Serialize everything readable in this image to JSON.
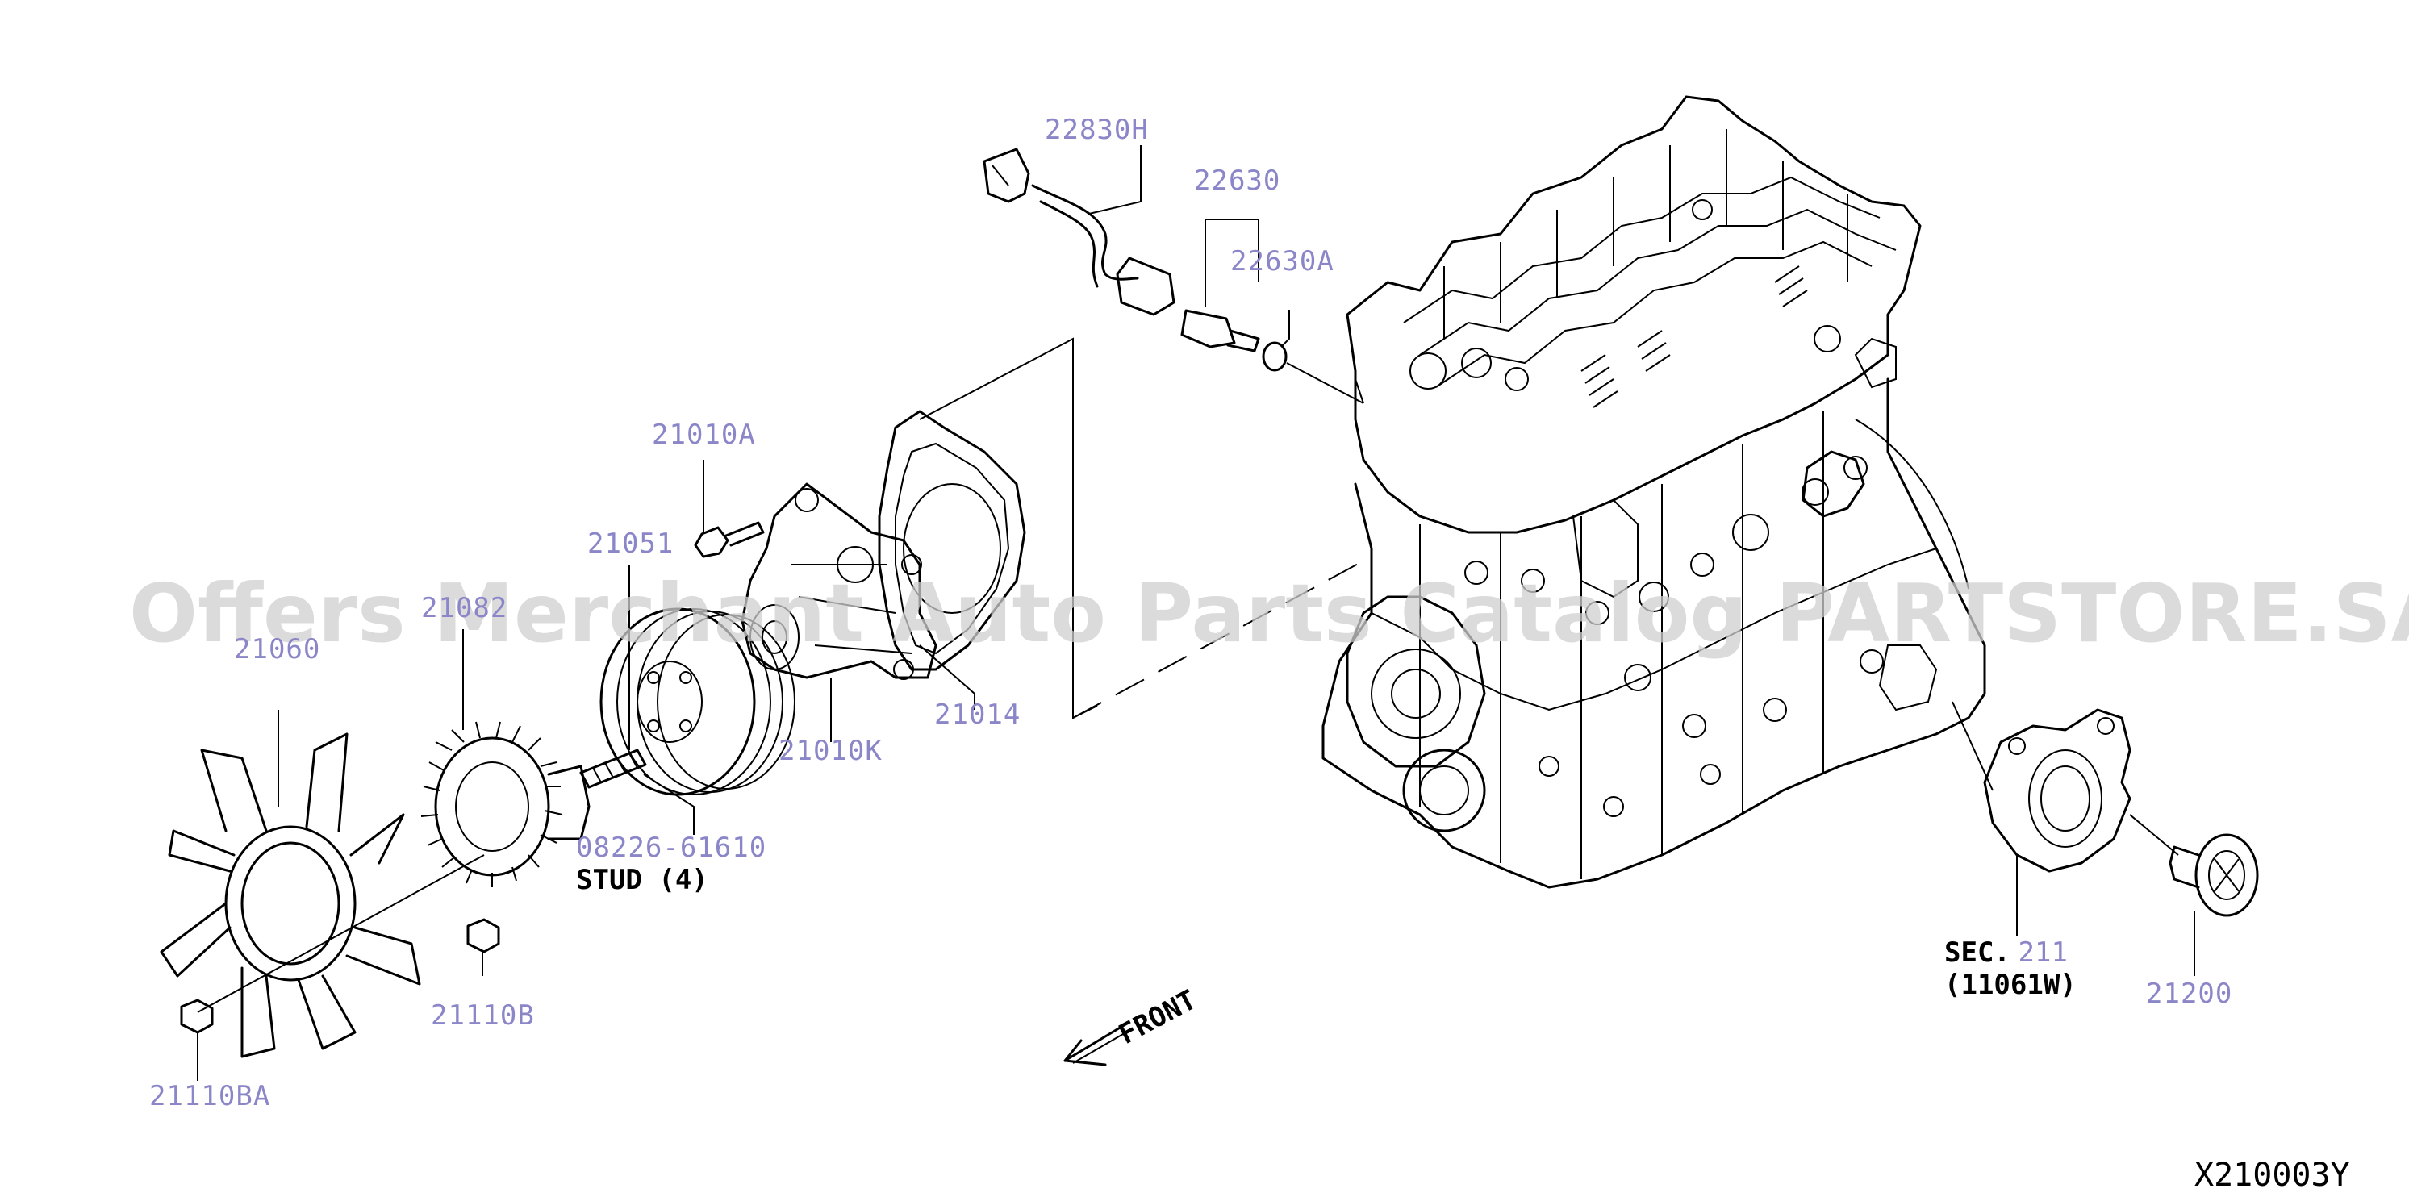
{
  "watermark": "Offers Merchant Auto Parts Catalog PARTSTORE.SA",
  "diagram_code": "X210003Y",
  "front_label": "FRONT",
  "parts": {
    "p22830H": "22830H",
    "p22630": "22630",
    "p22630A": "22630A",
    "p21010A": "21010A",
    "p21051": "21051",
    "p21082": "21082",
    "p21060": "21060",
    "p21014": "21014",
    "p21010K": "21010K",
    "p08226": "08226-61610",
    "p21110B": "21110B",
    "p21110BA": "21110BA",
    "p21200": "21200"
  },
  "notes": {
    "stud": "STUD (4)",
    "sec_prefix": "SEC.",
    "sec_num": "211",
    "sec_ref": "(11061W)"
  },
  "colors": {
    "link": "#8a86c8",
    "line": "#000000",
    "watermark": "#cfcfcf"
  }
}
